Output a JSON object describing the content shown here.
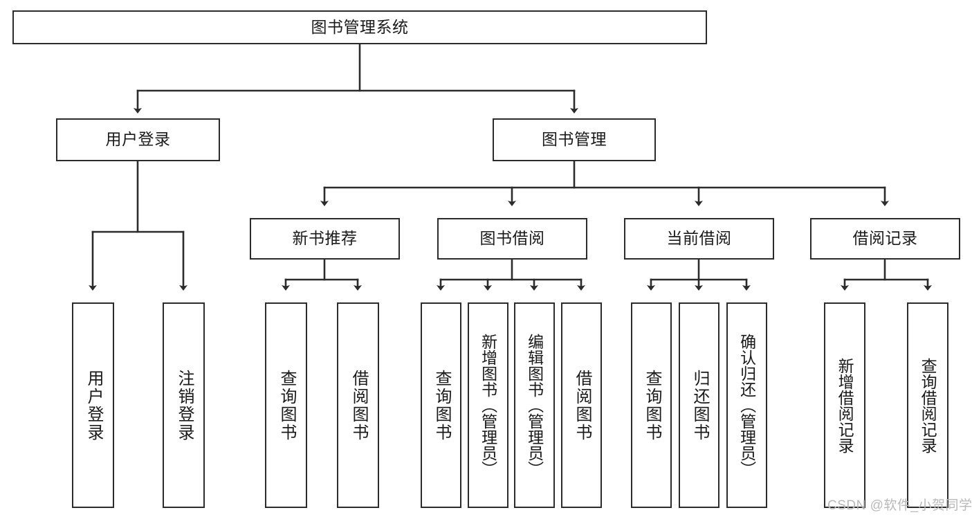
{
  "diagram": {
    "title": "图书管理系统",
    "root": {
      "label": "图书管理系统"
    },
    "level2": [
      {
        "label": "用户登录"
      },
      {
        "label": "图书管理"
      }
    ],
    "level3": [
      {
        "label": "新书推荐"
      },
      {
        "label": "图书借阅"
      },
      {
        "label": "当前借阅"
      },
      {
        "label": "借阅记录"
      }
    ],
    "leaves_user_login": [
      {
        "label": "用户登录"
      },
      {
        "label": "注销登录"
      }
    ],
    "leaves_new_book": [
      {
        "label": "查询图书"
      },
      {
        "label": "借阅图书"
      }
    ],
    "leaves_borrow": [
      {
        "label": "查询图书"
      },
      {
        "label": "新增图书（管理员）"
      },
      {
        "label": "编辑图书（管理员）"
      },
      {
        "label": "借阅图书"
      }
    ],
    "leaves_current": [
      {
        "label": "查询图书"
      },
      {
        "label": "归还图书"
      },
      {
        "label": "确认归还（管理员）"
      }
    ],
    "leaves_records": [
      {
        "label": "新增借阅记录"
      },
      {
        "label": "查询借阅记录"
      }
    ]
  },
  "watermark": {
    "text": "CSDN @软件_小贺同学"
  },
  "colors": {
    "stroke": "#2b2b2b",
    "background": "#ffffff",
    "text": "#1a1a1a",
    "watermark": "#b9b9b9"
  }
}
